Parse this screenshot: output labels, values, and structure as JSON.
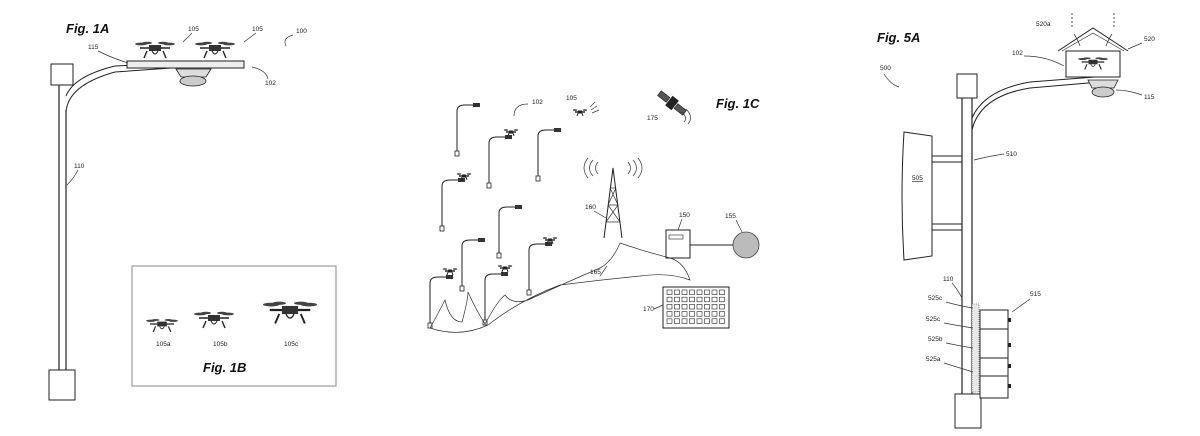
{
  "figures": {
    "fig1a": {
      "title": "Fig. 1A",
      "labels": {
        "system": "100",
        "drone_a": "105",
        "drone_b": "105",
        "platform": "115",
        "station": "102",
        "pole": "110"
      }
    },
    "fig1b": {
      "title": "Fig. 1B",
      "labels": {
        "drone_small": "105a",
        "drone_medium": "105b",
        "drone_large": "105c"
      }
    },
    "fig1c": {
      "title": "Fig. 1C",
      "labels": {
        "station": "102",
        "drone": "105",
        "satellite": "175",
        "tower": "160",
        "server": "150",
        "globe": "155",
        "network": "165",
        "panel": "170"
      }
    },
    "fig5a": {
      "title": "Fig. 5A",
      "labels": {
        "system": "500",
        "housing_door": "520a",
        "housing": "520",
        "station": "102",
        "light": "115",
        "arm": "510",
        "banner": "505",
        "pole": "110",
        "cabinet": "515",
        "cell_c1": "525c",
        "cell_c2": "525c",
        "cell_b": "525b",
        "cell_a": "525a"
      }
    }
  }
}
